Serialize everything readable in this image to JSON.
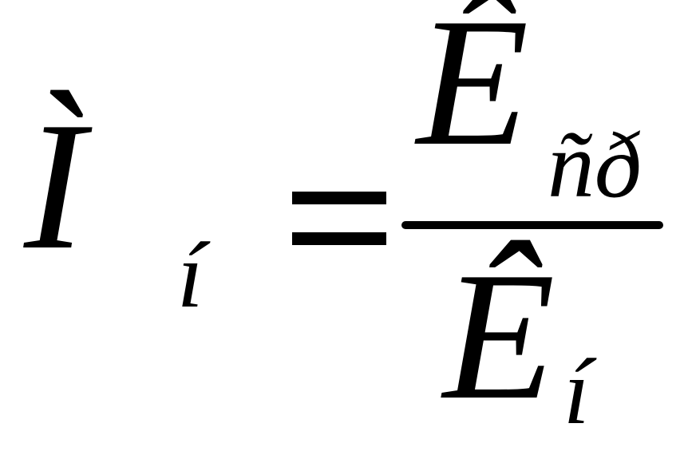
{
  "formula": {
    "lhs": {
      "symbol": "Ì",
      "subscript": "í"
    },
    "operator": "=",
    "numerator": {
      "symbol": "Ê",
      "subscript": "ñð"
    },
    "denominator": {
      "symbol": "Ê",
      "subscript": "í"
    }
  }
}
